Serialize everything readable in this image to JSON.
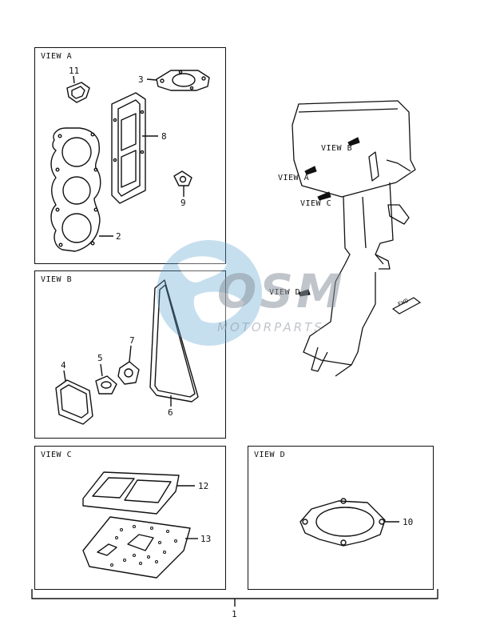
{
  "views": {
    "a": {
      "title": "VIEW A"
    },
    "b": {
      "title": "VIEW B"
    },
    "c": {
      "title": "VIEW C"
    },
    "d": {
      "title": "VIEW D"
    }
  },
  "callouts": {
    "p1": "1",
    "p2": "2",
    "p3": "3",
    "p4": "4",
    "p5": "5",
    "p6": "6",
    "p7": "7",
    "p8": "8",
    "p9": "9",
    "p10": "10",
    "p11": "11",
    "p12": "12",
    "p13": "13"
  },
  "engine": {
    "view_a": "VIEW A",
    "view_b": "VIEW B",
    "view_c": "VIEW C",
    "view_d": "VIEW D",
    "fwd": "FWD"
  },
  "watermark": {
    "brand": "OSM",
    "tagline": "MOTORPARTS"
  }
}
